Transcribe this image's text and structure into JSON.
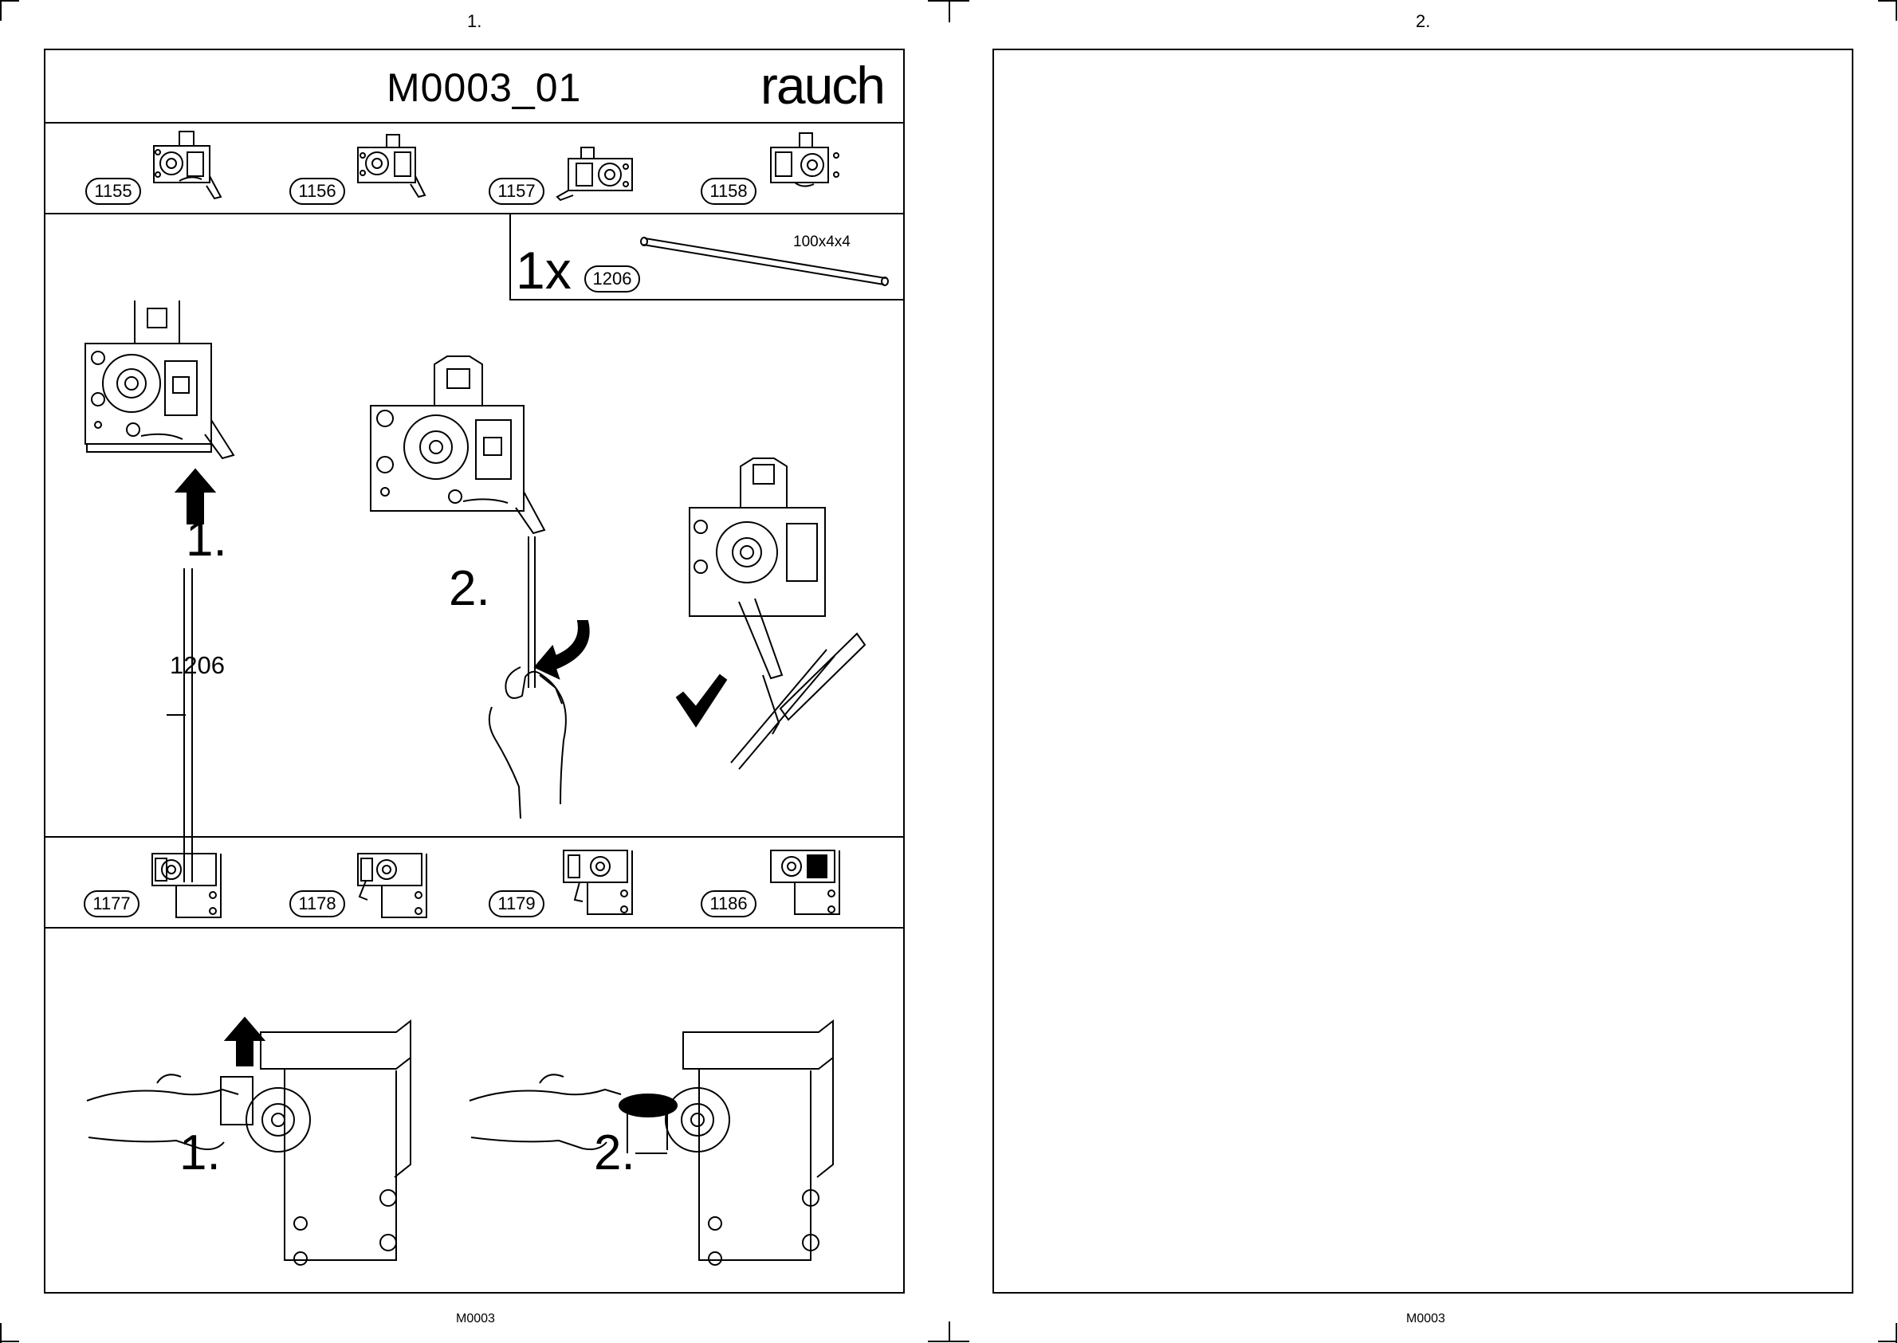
{
  "pages": [
    {
      "number": "1.",
      "footer": "M0003"
    },
    {
      "number": "2.",
      "footer": "M0003"
    }
  ],
  "sheet": {
    "title": "M0003_01",
    "brand": "rauch"
  },
  "top_variants": [
    {
      "badge": "1155"
    },
    {
      "badge": "1156"
    },
    {
      "badge": "1157"
    },
    {
      "badge": "1158"
    }
  ],
  "bottom_variants": [
    {
      "badge": "1177"
    },
    {
      "badge": "1178"
    },
    {
      "badge": "1179"
    },
    {
      "badge": "1186"
    }
  ],
  "parts_box": {
    "quantity": "1x",
    "badge": "1206",
    "dimensions": "100x4x4"
  },
  "step_panel": {
    "step1": "1.",
    "step2": "2.",
    "rod_label": "1206"
  },
  "bottom_panel": {
    "step1": "1.",
    "step2": "2."
  },
  "icons": [
    "up-arrow-icon",
    "rotate-arrow-icon",
    "checkmark-icon",
    "hand-icon"
  ]
}
